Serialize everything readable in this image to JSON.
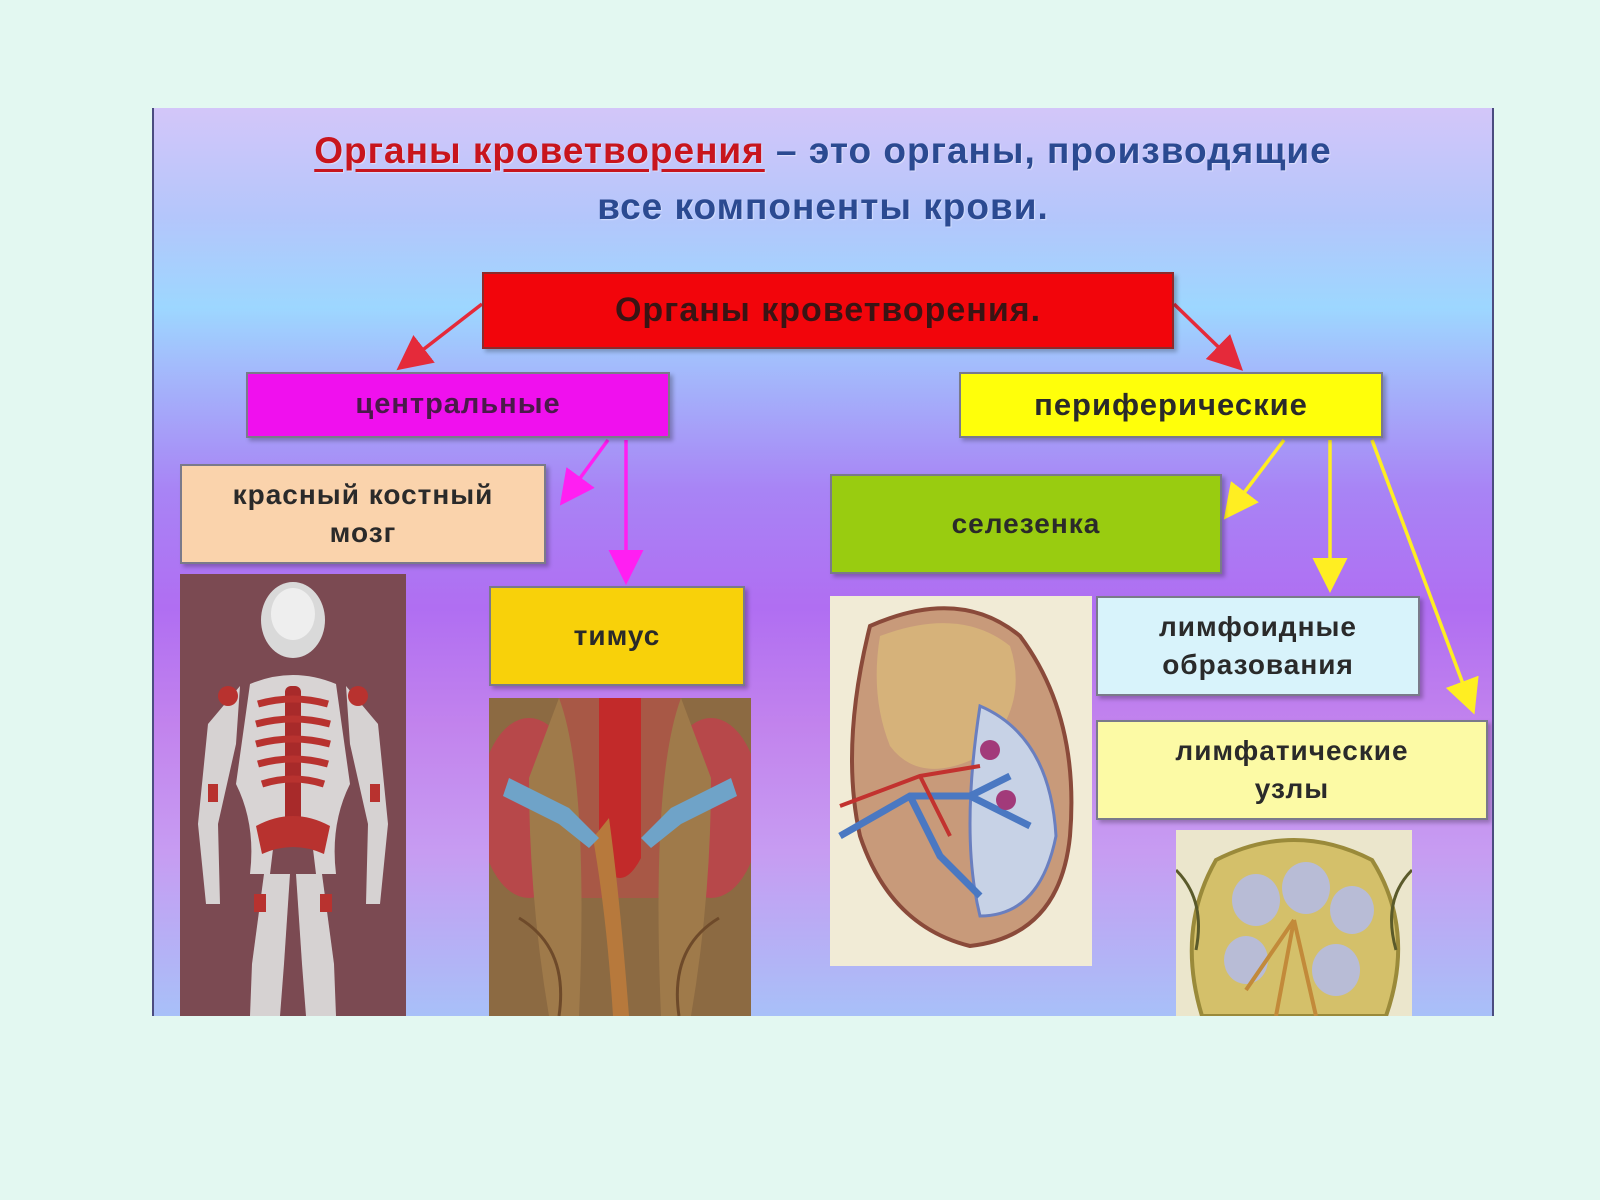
{
  "title": {
    "line1_term": "Органы кроветворения",
    "line1_rest": " – это органы, производящие",
    "line2": "все компоненты крови."
  },
  "diagram": {
    "root": "Органы кроветворения.",
    "central": {
      "label": "центральные",
      "children": [
        "красный костный мозг",
        "тимус"
      ]
    },
    "peripheral": {
      "label": "периферические",
      "children": [
        "селезенка",
        "лимфоидные образования",
        "лимфатические узлы"
      ]
    }
  },
  "colors": {
    "title_text": "#2b4a91",
    "title_term": "#c8151d",
    "root_box": "#f2050b",
    "central_box": "#f010ee",
    "peripheral_box": "#ffff0a",
    "marrow_box": "#fad3ac",
    "thymus_box": "#f8d10a",
    "spleen_box": "#99cc10",
    "lymphoid_box": "#d8f3fb",
    "nodes_box": "#fcfaa5",
    "arrow_root": "#e52a3a",
    "arrow_central": "#ff1ff2",
    "arrow_peripheral": "#ffee22"
  }
}
